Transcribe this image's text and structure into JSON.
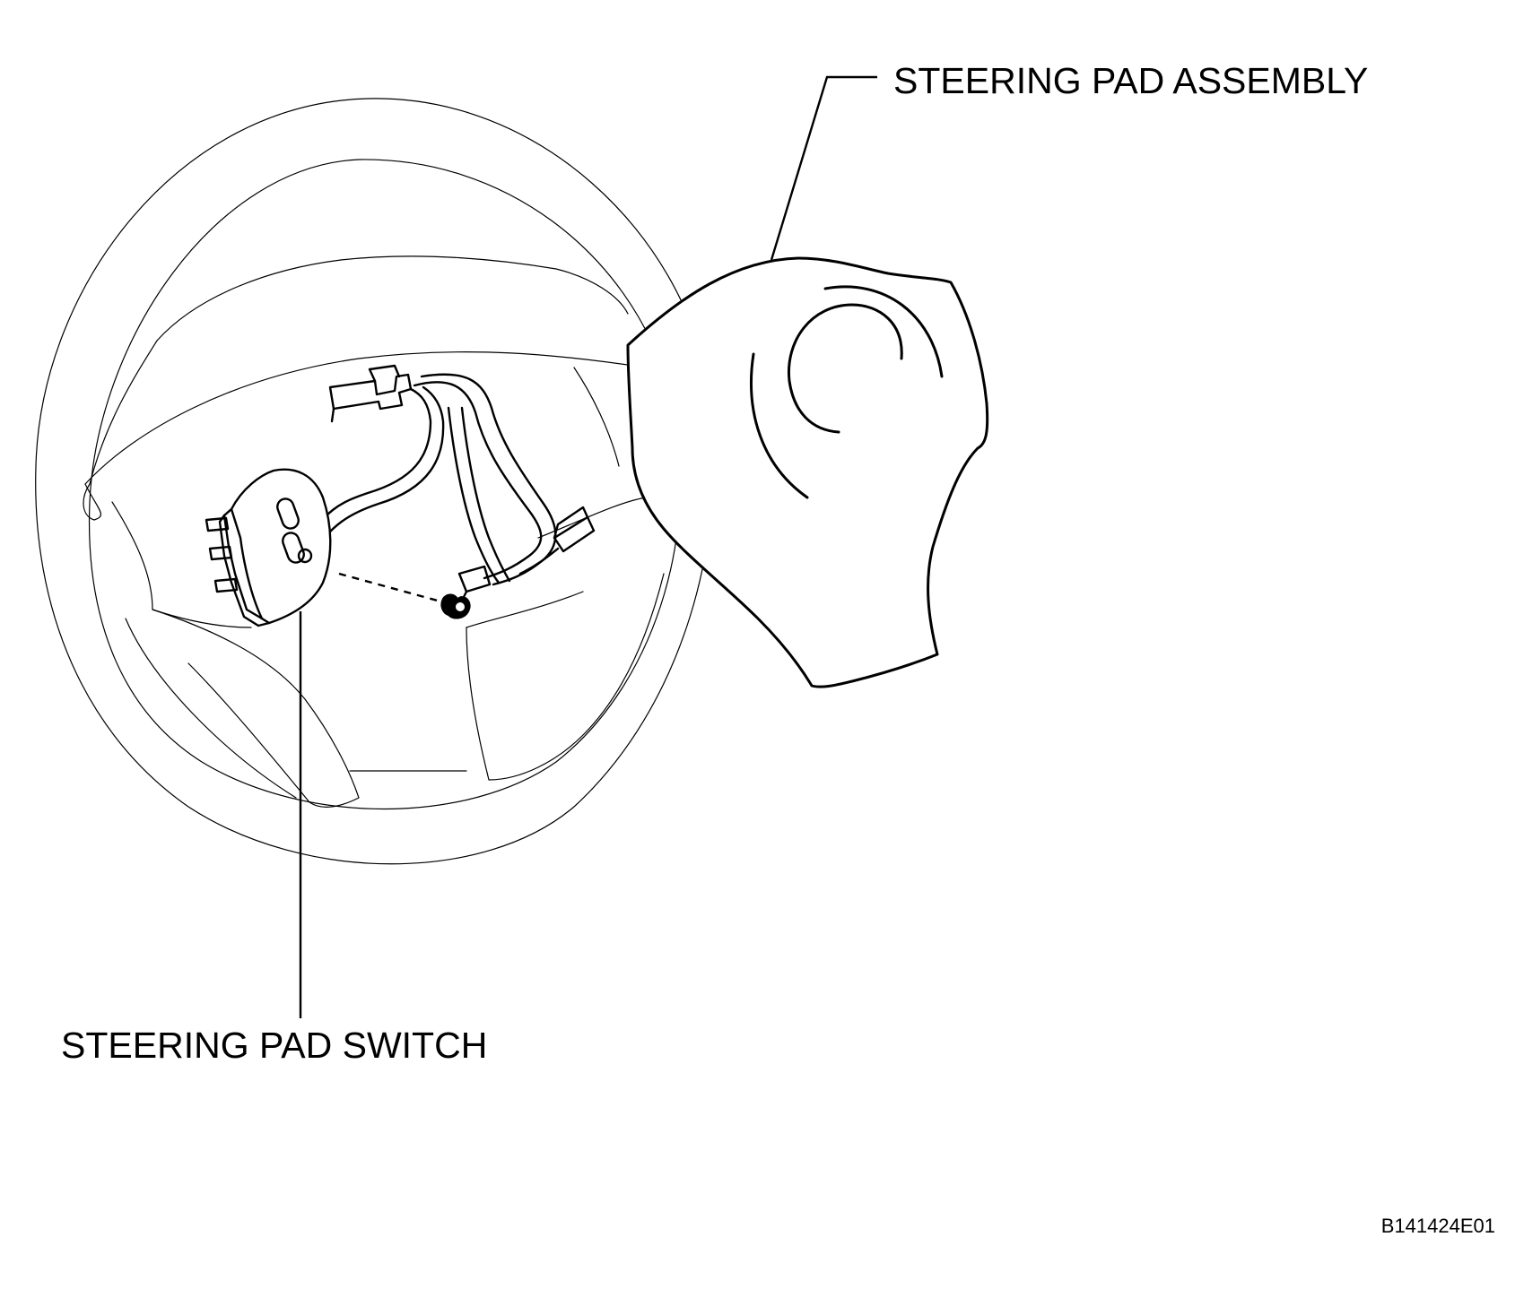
{
  "labels": {
    "steering_pad_assembly": "STEERING PAD ASSEMBLY",
    "steering_pad_switch": "STEERING PAD SWITCH"
  },
  "figure_code": "B141424E01"
}
